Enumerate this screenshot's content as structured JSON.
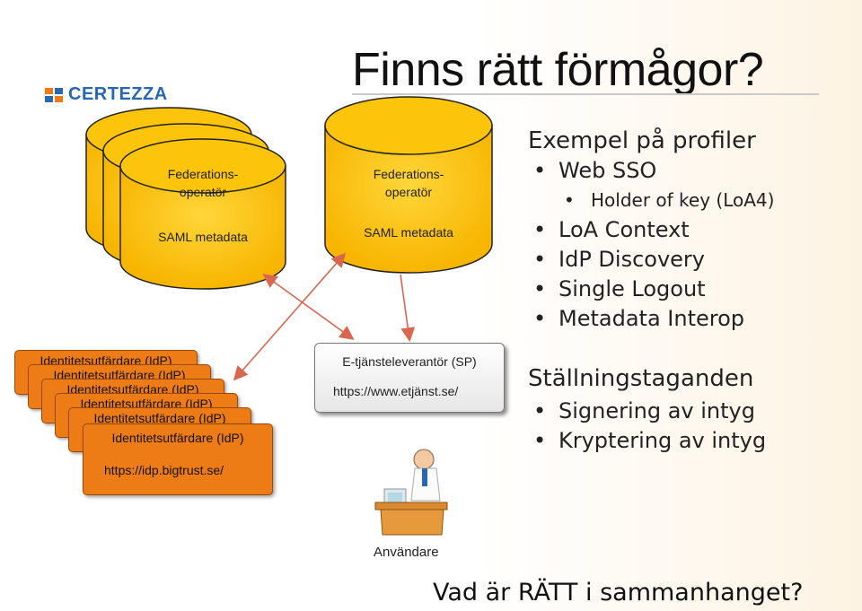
{
  "slide": {
    "title": "Finns rätt förmågor?",
    "logo_text": "CERTEZZA",
    "colors": {
      "orange": "#ee7c16",
      "yellow": "#fcc40a",
      "blue": "#2a67b1",
      "arrow": "#d9674f"
    }
  },
  "federation": {
    "left_label": "Federations-\noperatör",
    "left_metadata": "SAML metadata",
    "center_label": "Federations-\noperatör",
    "center_metadata": "SAML metadata"
  },
  "profiles": {
    "heading": "Exempel på profiler",
    "items": [
      "Web SSO",
      "Holder of key (LoA4)",
      "LoA Context",
      "IdP Discovery",
      "Single Logout",
      "Metadata Interop"
    ]
  },
  "idp": {
    "stack_labels": [
      "Identitetsutfärdare (IdP)",
      "Identitetsutfärdare (IdP)",
      "Identitetsutfärdare (IdP)",
      "Identitetsutfärdare (IdP)",
      "Identitetsutfärdare (IdP)"
    ],
    "front_label": "Identitetsutfärdare (IdP)",
    "front_url": "https://idp.bigtrust.se/"
  },
  "sp": {
    "label": "E-tjänsteleverantör (SP)",
    "url": "https://www.etjänst.se/"
  },
  "user": {
    "label": "Användare"
  },
  "positions": {
    "heading": "Ställningstaganden",
    "items": [
      "Signering av intyg",
      "Kryptering av intyg"
    ]
  },
  "question": "Vad är RÄTT i sammanhanget?"
}
